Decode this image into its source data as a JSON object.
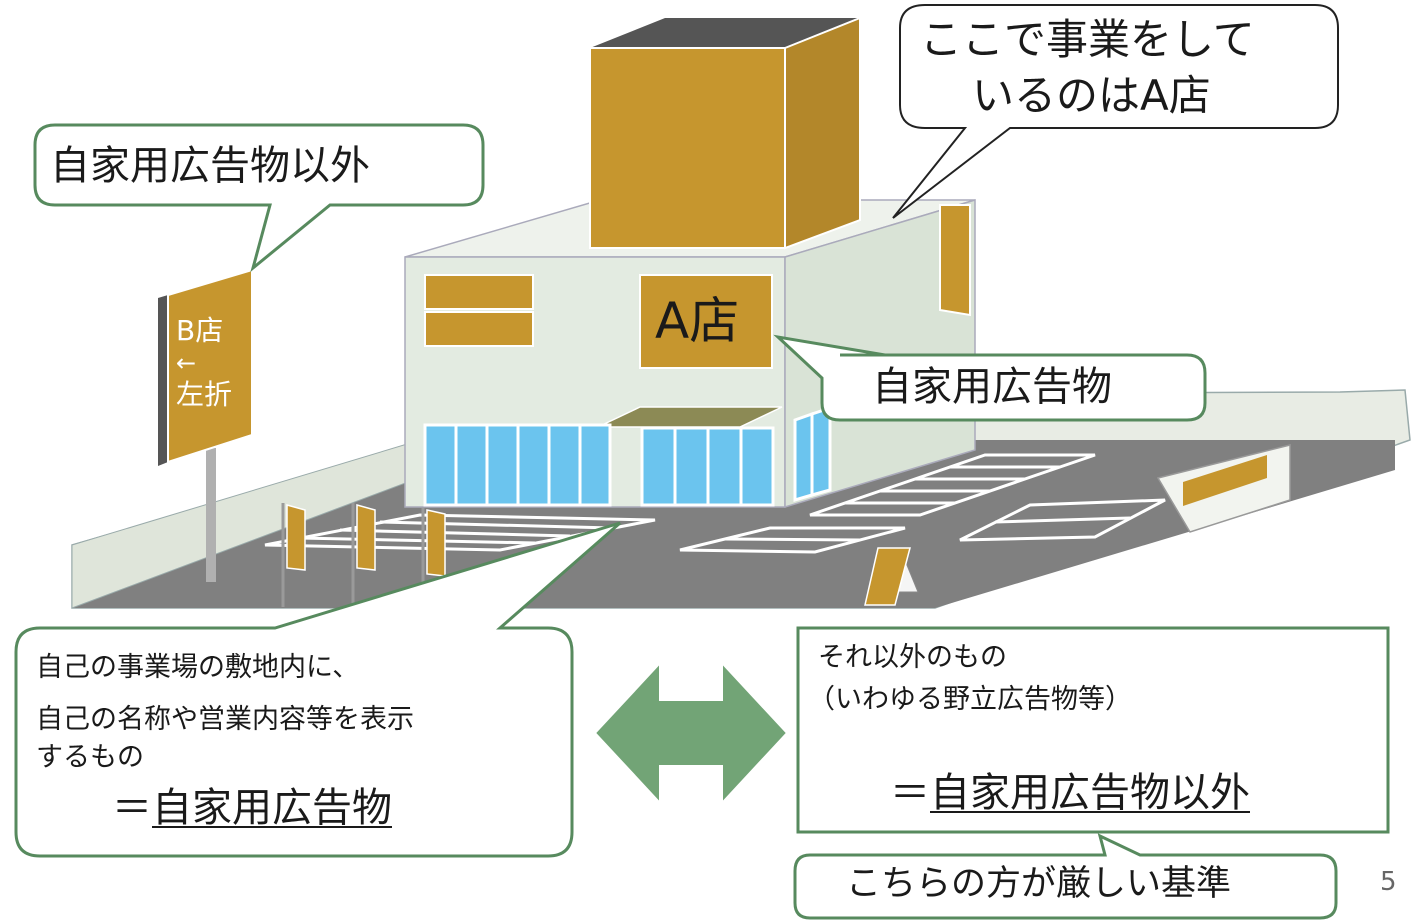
{
  "callouts": {
    "top_right": {
      "line1": "ここで事業をして",
      "line2": "いるのはA店"
    },
    "top_left": "自家用広告物以外",
    "middle": "自家用広告物",
    "bottom_left": {
      "line1": "自己の事業場の敷地内に、",
      "line2": "自己の名称や営業内容等を表示",
      "line3": "するもの",
      "equals": "＝",
      "term": "自家用広告物"
    },
    "bottom_right": {
      "line1": "それ以外のもの",
      "line2": "（いわゆる野立広告物等）",
      "equals": "＝",
      "term": "自家用広告物以外"
    },
    "note": "こちらの方が厳しい基準"
  },
  "building_sign": "A店",
  "pole_sign": {
    "line1": "B店",
    "arrow": "←",
    "line2": "左折"
  },
  "page_number": "5",
  "colors": {
    "accent_green": "#578a5e",
    "arrow_green": "#72a476",
    "sign_gold": "#c6962e",
    "building": "#e3ebe1",
    "asphalt": "#808080",
    "glass": "#6bc4ee"
  }
}
